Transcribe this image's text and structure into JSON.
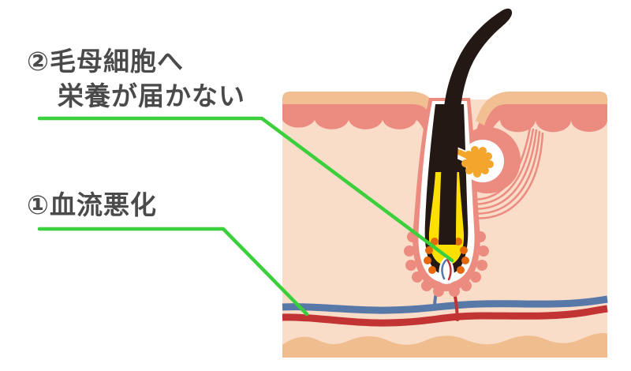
{
  "labels": {
    "cause2": {
      "line1": "②毛母細胞へ",
      "line2": "栄養が届かない"
    },
    "cause1": {
      "text": "①血流悪化"
    }
  },
  "colors": {
    "background": "#ffffff",
    "label_text": "#4a4a4a",
    "leader_line": "#3ccf3c",
    "stratum_corneum": "#f2bf92",
    "epidermis": "#ec8c80",
    "dermis": "#f9ddc9",
    "subcutaneous_fat": "#f0bd8e",
    "hair": "#241815",
    "follicle_wall": "#241815",
    "inner_root_sheath": "#ffdf00",
    "hair_matrix_cells": "#e5690b",
    "sebaceous_gland": "#f3a52c",
    "vein": "#5878a8",
    "artery": "#c23434",
    "outline_white": "#ffffff"
  }
}
